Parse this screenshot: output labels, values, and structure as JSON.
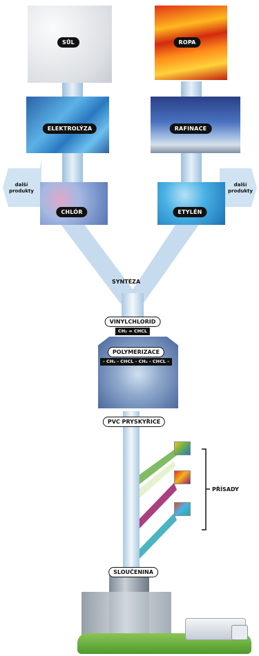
{
  "nodes": {
    "sul": "SŮL",
    "ropa": "ROPA",
    "elektrolyza": "ELEKTROLÝZA",
    "rafinace": "RAFINACE",
    "chlor": "CHLÓR",
    "etylen": "ETYLÉN",
    "synteza": "SYNTÉZA",
    "vinylchlorid": "VINYLCHLORID",
    "vinylchlorid_formula": "CH₂ = CHCL",
    "polymerizace": "POLYMERIZACE",
    "polymerizace_formula": "- CH₂ - CHCL - CH₂ - CHCL -",
    "pvc": "PVC PRYSKYŘICE",
    "prisady": "PŘÍSADY",
    "slouceni": "SLOUČENINA"
  },
  "side_labels": {
    "left": [
      "další",
      "produkty"
    ],
    "right": [
      "další",
      "produkty"
    ]
  },
  "colors": {
    "pipe": "#cfe3f2",
    "pipe_dark": "#9dc0dc",
    "salt": "#e4e8ec",
    "oil_top": "#d43a1a",
    "oil_mid": "#ffb21e",
    "electro": "#3d8ac8",
    "refinery": "#3a4e8e",
    "chlorine": "#8ea6d8",
    "ethylene": "#39a0d8",
    "poly": "#6e88b8",
    "additive_1": "#6bb04a",
    "additive_2": "#9a1f6a",
    "additive_3": "#2aa7b5"
  }
}
